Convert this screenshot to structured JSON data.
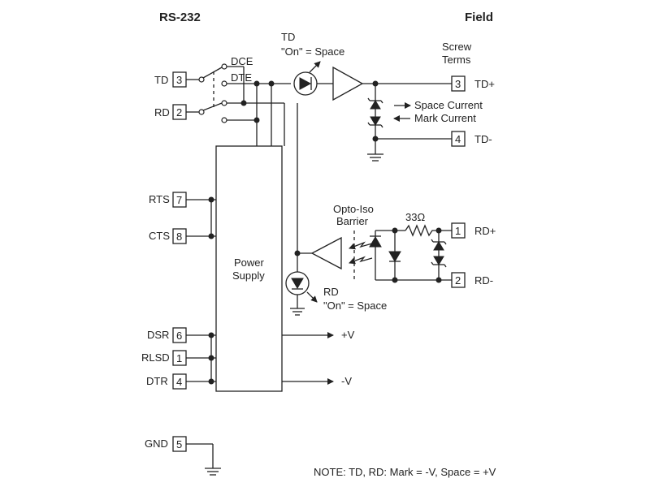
{
  "headers": {
    "left": "RS-232",
    "right": "Field"
  },
  "rs232_pins": [
    {
      "label": "TD",
      "pin": "3"
    },
    {
      "label": "RD",
      "pin": "2"
    },
    {
      "label": "RTS",
      "pin": "7"
    },
    {
      "label": "CTS",
      "pin": "8"
    },
    {
      "label": "DSR",
      "pin": "6"
    },
    {
      "label": "RLSD",
      "pin": "1"
    },
    {
      "label": "DTR",
      "pin": "4"
    },
    {
      "label": "GND",
      "pin": "5"
    }
  ],
  "field_terms": [
    {
      "label": "TD+",
      "pin": "3"
    },
    {
      "label": "TD-",
      "pin": "4"
    },
    {
      "label": "RD+",
      "pin": "1"
    },
    {
      "label": "RD-",
      "pin": "2"
    }
  ],
  "switch": {
    "dce": "DCE",
    "dte": "DTE"
  },
  "td_led": {
    "line1": "TD",
    "line2": "\"On\" = Space"
  },
  "rd_led": {
    "line1": "RD",
    "line2": "\"On\" = Space"
  },
  "screw_terms": {
    "line1": "Screw",
    "line2": "Terms"
  },
  "currents": {
    "space": "Space Current",
    "mark": "Mark Current"
  },
  "opto": {
    "line1": "Opto-Iso",
    "line2": "Barrier"
  },
  "resistor": "33Ω",
  "power_supply": {
    "line1": "Power",
    "line2": "Supply"
  },
  "outputs": {
    "pos": "+V",
    "neg": "-V"
  },
  "note": "NOTE: TD, RD: Mark = -V, Space = +V"
}
